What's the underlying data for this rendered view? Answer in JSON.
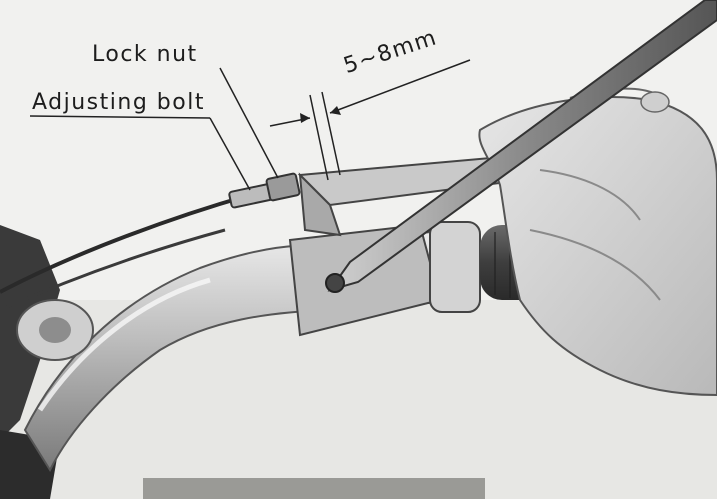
{
  "labels": {
    "lock_nut": "Lock nut",
    "adjusting_bolt": "Adjusting bolt",
    "measurement": "5~8mm"
  }
}
